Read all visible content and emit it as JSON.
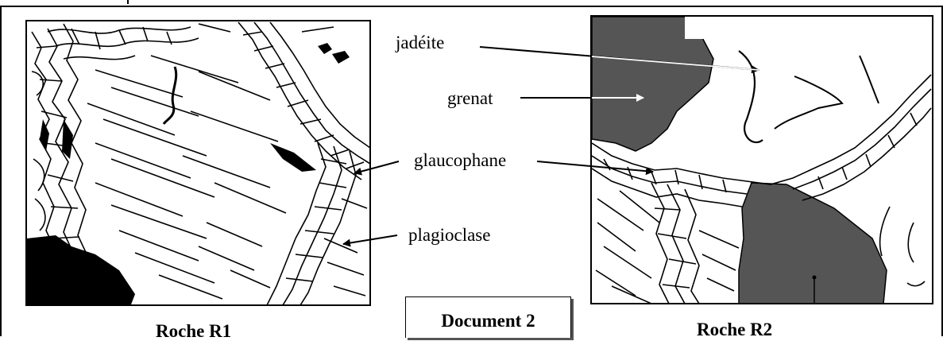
{
  "figure": {
    "rock_left_caption": "Roche R1",
    "rock_right_caption": "Roche R2",
    "document_title": "Document 2"
  },
  "labels": {
    "jadeite": "jadéite",
    "grenat": "grenat",
    "glaucophane": "glaucophane",
    "plagioclase": "plagioclase"
  }
}
